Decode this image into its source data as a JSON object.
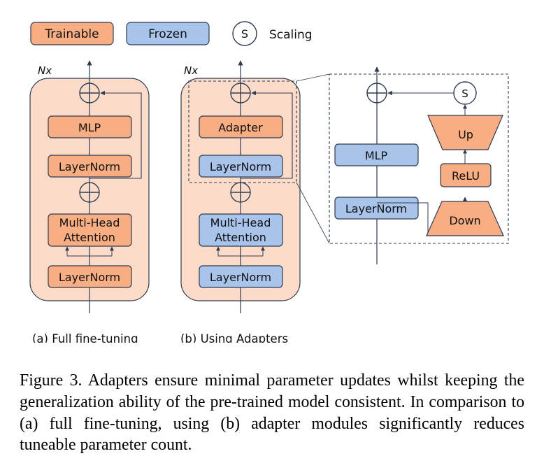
{
  "legend": {
    "trainable_label": "Trainable",
    "frozen_label": "Frozen",
    "scaling_symbol": "S",
    "scaling_label": "Scaling"
  },
  "colors": {
    "trainable_fill": "#f9ad82",
    "frozen_fill": "#a8c4ea",
    "block_bg": "#fcdcc8",
    "line": "#2f3b52"
  },
  "panel_a": {
    "repeat_label": "Nx",
    "blocks": [
      "MLP",
      "LayerNorm",
      "Multi-Head",
      "Attention",
      "LayerNorm"
    ],
    "caption": "(a) Full fine-tuning"
  },
  "panel_b": {
    "repeat_label": "Nx",
    "blocks": [
      "Adapter",
      "LayerNorm",
      "Multi-Head",
      "Attention",
      "LayerNorm"
    ],
    "caption": "(b) Using Adapters"
  },
  "zoom": {
    "mlp_label": "MLP",
    "layernorm_label": "LayerNorm",
    "up_label": "Up",
    "relu_label": "ReLU",
    "down_label": "Down",
    "scale_symbol": "S"
  },
  "figure_caption": "Figure 3. Adapters ensure minimal parameter updates whilst keeping the generalization ability of the pre-trained model consistent. In comparison to (a) full fine-tuning, using (b) adapter modules significantly reduces tuneable parameter count."
}
